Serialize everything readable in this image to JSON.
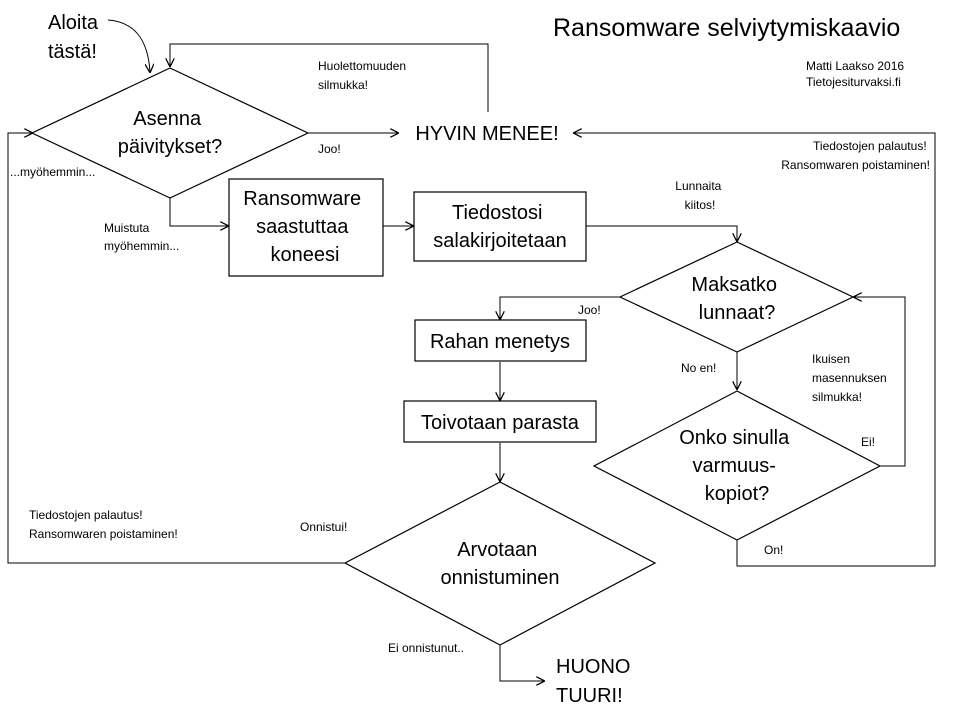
{
  "title": "Ransomware selviytymiskaavio",
  "credit": [
    "Matti Laakso 2016",
    "Tietojesiturvaksi.fi"
  ],
  "start": [
    "Aloita",
    "tästä!"
  ],
  "nodes": {
    "asenna": [
      "Asenna",
      "päivitykset?"
    ],
    "hyvin": [
      "HYVIN MENEE!"
    ],
    "saastuttaa": [
      "Ransomware",
      "saastuttaa",
      "koneesi"
    ],
    "salakirjoitetaan": [
      "Tiedostosi",
      "salakirjoitetaan"
    ],
    "maksatko": [
      "Maksatko",
      "lunnaat?"
    ],
    "rahan": [
      "Rahan menetys"
    ],
    "toivotaan": [
      "Toivotaan parasta"
    ],
    "onko": [
      "Onko sinulla",
      "varmuus-",
      "kopiot?"
    ],
    "arvotaan": [
      "Arvotaan",
      "onnistuminen"
    ],
    "huono": [
      "HUONO",
      "TUURI!"
    ]
  },
  "edges": {
    "huolettomuuden": [
      "Huolettomuuden",
      "silmukka!"
    ],
    "joo1": [
      "Joo!"
    ],
    "myohemmin": [
      "...myöhemmin..."
    ],
    "muistuta": [
      "Muistuta",
      "myöhemmin..."
    ],
    "lunnaita": [
      "Lunnaita",
      "kiitos!"
    ],
    "palautus_right": [
      "Tiedostojen palautus!",
      "Ransomwaren poistaminen!"
    ],
    "joo2": [
      "Joo!"
    ],
    "noen": [
      "No en!"
    ],
    "ikuisen": [
      "Ikuisen",
      "masennuksen",
      "silmukka!"
    ],
    "ei": [
      "Ei!"
    ],
    "on": [
      "On!"
    ],
    "onnistui": [
      "Onnistui!"
    ],
    "palautus_left": [
      "Tiedostojen palautus!",
      "Ransomwaren poistaminen!"
    ],
    "eionnistunut": [
      "Ei onnistunut.."
    ]
  }
}
